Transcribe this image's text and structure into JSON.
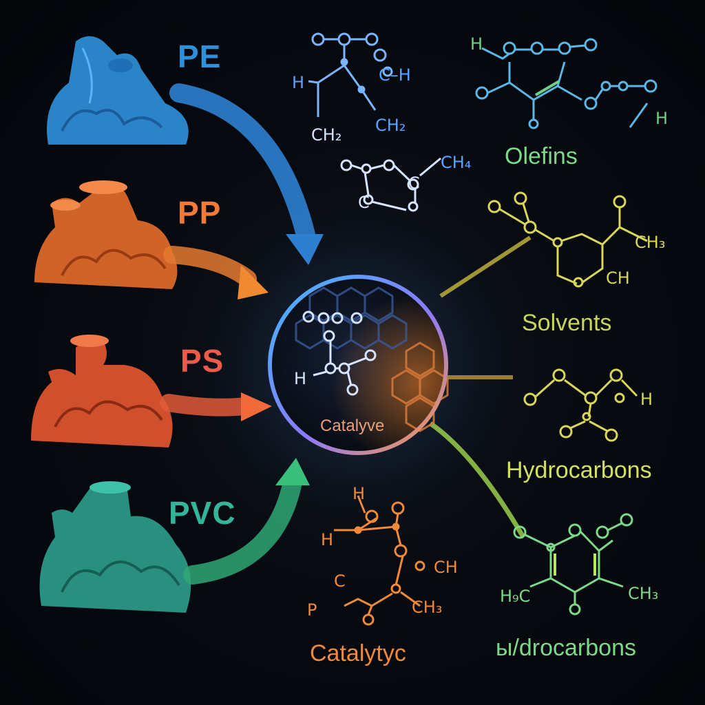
{
  "plastics": [
    {
      "id": "pe",
      "label": "PE",
      "color": "#2f8fd8"
    },
    {
      "id": "pp",
      "label": "PP",
      "color": "#f07a3a"
    },
    {
      "id": "ps",
      "label": "PS",
      "color": "#ec5a4a"
    },
    {
      "id": "pvc",
      "label": "PVC",
      "color": "#33b59a"
    }
  ],
  "catalyst": {
    "label": "Catalyve"
  },
  "products": [
    {
      "id": "olefins",
      "label": "Olefins",
      "color": "#7cd98a"
    },
    {
      "id": "solvents",
      "label": "Solvents",
      "color": "#c9d65a"
    },
    {
      "id": "hydrocarbons",
      "label": "Hydrocarbons",
      "color": "#d3e060"
    },
    {
      "id": "catalytyc",
      "label": "Catalytyc",
      "color": "#f08a3a"
    },
    {
      "id": "hydrocarbons-2",
      "label": "ы/drocarbons",
      "color": "#7cd98a"
    }
  ],
  "chem_labels": [
    {
      "text": "C–H",
      "color": "#5aa4ff"
    },
    {
      "text": "H",
      "color": "#5aa4ff"
    },
    {
      "text": "CH₂",
      "color": "#5aa4ff"
    },
    {
      "text": "CH₂",
      "color": "#d6e4ff"
    },
    {
      "text": "CH₄",
      "color": "#5aa4ff"
    },
    {
      "text": "C",
      "color": "#d6e4ff"
    },
    {
      "text": "C",
      "color": "#d6e4ff"
    },
    {
      "text": "H",
      "color": "#69d48a"
    },
    {
      "text": "H",
      "color": "#69d48a"
    },
    {
      "text": "CH₃",
      "color": "#d9d75a"
    },
    {
      "text": "CH",
      "color": "#d9d75a"
    },
    {
      "text": "H",
      "color": "#d9d75a"
    },
    {
      "text": "H",
      "color": "#d6e4ff"
    },
    {
      "text": "H",
      "color": "#f08a3a"
    },
    {
      "text": "H",
      "color": "#f08a3a"
    },
    {
      "text": "CH",
      "color": "#f08a3a"
    },
    {
      "text": "P",
      "color": "#f08a3a"
    },
    {
      "text": "C",
      "color": "#f08a3a"
    },
    {
      "text": "CH₃",
      "color": "#f08a3a"
    },
    {
      "text": "H₉C",
      "color": "#7cd98a"
    },
    {
      "text": "CH₃",
      "color": "#7cd98a"
    }
  ],
  "icons": [
    "pe-pellets-icon",
    "pp-pellets-icon",
    "ps-pellets-icon",
    "pvc-pellets-icon",
    "catalyst-sphere-icon"
  ]
}
